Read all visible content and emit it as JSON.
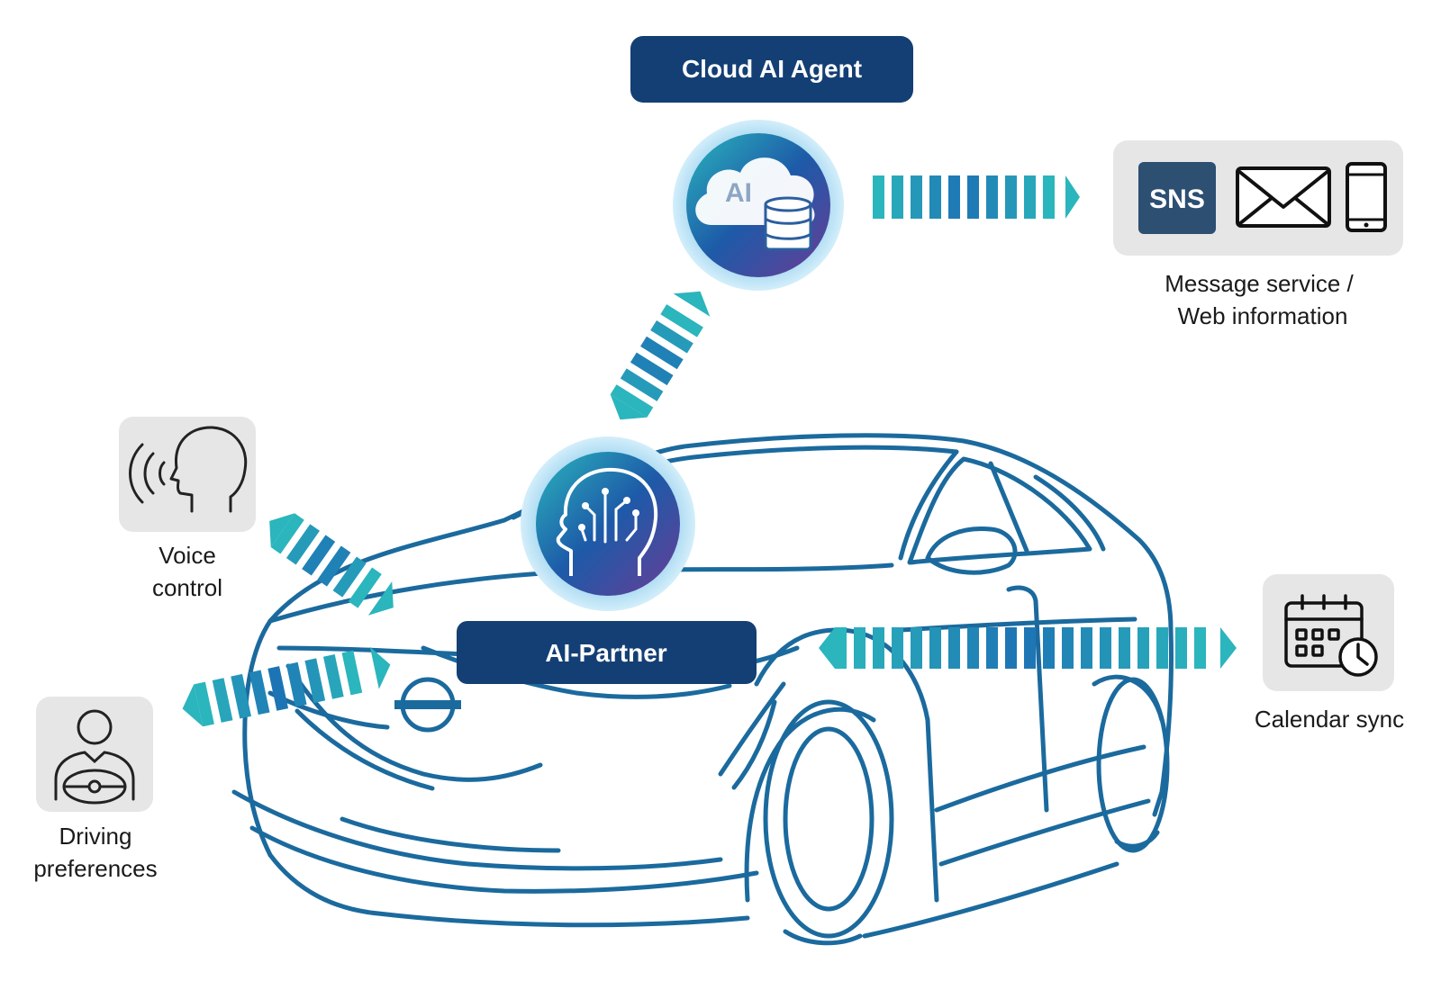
{
  "nodes": {
    "cloud_agent": {
      "label": "Cloud AI Agent",
      "icon": "cloud-ai-database-icon",
      "icon_text": "AI"
    },
    "ai_partner": {
      "label": "AI-Partner",
      "icon": "ai-brain-head-icon"
    },
    "message_service": {
      "label_line1": "Message service /",
      "label_line2": "Web information",
      "sns_text": "SNS",
      "icons": [
        "sns-icon",
        "envelope-icon",
        "smartphone-icon"
      ]
    },
    "voice_control": {
      "label_line1": "Voice",
      "label_line2": "control",
      "icon": "speaking-head-icon"
    },
    "driving_preferences": {
      "label_line1": "Driving",
      "label_line2": "preferences",
      "icon": "driver-steering-wheel-icon"
    },
    "calendar_sync": {
      "label": "Calendar sync",
      "icon": "calendar-clock-icon"
    }
  },
  "colors": {
    "navy": "#143f74",
    "car_outline": "#1b6a9e",
    "teal": "#2bb5bd",
    "blue": "#1d74b4",
    "purple": "#5e3d92",
    "icon_box": "#e6e6e6",
    "text": "#1a1a1a"
  }
}
